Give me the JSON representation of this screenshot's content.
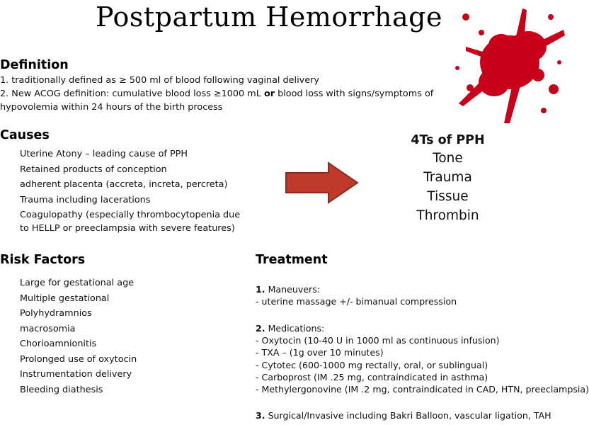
{
  "title": "Postpartum Hemorrhage",
  "definition": {
    "heading": "Definition",
    "lines": [
      "1. traditionally defined as ≥ 500 ml of blood following vaginal delivery",
      "2. New ACOG definition: cumulative blood loss ≥1000 mL ",
      "or",
      " blood loss with signs/symptoms of",
      "hypovolemia within 24 hours of the birth process"
    ]
  },
  "causes": {
    "heading": "Causes",
    "items": [
      "Uterine Atony – leading cause of PPH",
      "Retained products of conception",
      "adherent placenta (accreta, increta, percreta)",
      "Trauma including lacerations",
      "Coagulopathy (especially thrombocytopenia due",
      "to HELLP or preeclampsia with severe features)"
    ]
  },
  "four_ts": {
    "heading": "4Ts of PPH",
    "items": [
      "Tone",
      "Trauma",
      "Tissue",
      "Thrombin"
    ]
  },
  "risk_factors": {
    "heading": "Risk Factors",
    "items": [
      "Large for gestational age",
      "Multiple gestational",
      "Polyhydramnios",
      "macrosomia",
      "Chorioamnionitis",
      "Prolonged use of oxytocin",
      "Instrumentation delivery",
      "Bleeding diathesis"
    ]
  },
  "treatment": {
    "heading": "Treatment",
    "maneuvers": {
      "num": "1.",
      "label": " Maneuvers:",
      "items": [
        "- uterine massage +/- bimanual compression"
      ]
    },
    "medications": {
      "num": "2.",
      "label": " Medications:",
      "items": [
        "- Oxytocin (10-40 U in 1000 ml as continuous infusion)",
        "- TXA – (1g over 10 minutes)",
        "- Cytotec (600-1000 mg rectally, oral, or sublingual)",
        "- Carboprost (IM .25 mg, contraindicated in asthma)",
        "- Methylergonovine (IM .2 mg, contraindicated in CAD, HTN, preeclampsia)"
      ]
    },
    "surgical": {
      "num": "3.",
      "label": " Surgical/Invasive including Bakri Balloon, vascular ligation, TAH"
    }
  },
  "colors": {
    "arrow": "#c0392b",
    "arrow_stroke": "#8e2a22",
    "blood": "#c8001a"
  },
  "icons": [
    "arrow-right-icon",
    "blood-splatter-icon"
  ]
}
